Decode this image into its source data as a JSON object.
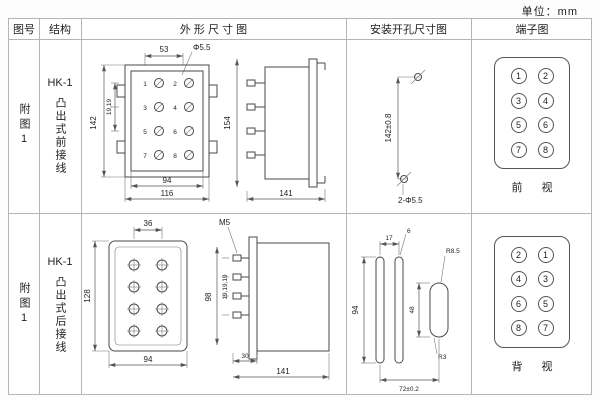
{
  "unit_label": "单位：mm",
  "table": {
    "headers": {
      "fig_no": "图号",
      "structure": "结构",
      "outline": "外 形 尺 寸 图",
      "mounting": "安装开孔尺寸图",
      "terminal": "端子图"
    },
    "rows": [
      {
        "fig_no": "附图1",
        "model": "HK-1",
        "structure_desc": "凸出式前接线",
        "outline": {
          "dim_top": "53",
          "dim_hole": "Φ5.5",
          "dim_height": "142",
          "dim_inner_rows": "19,19",
          "dim_inner_width": "94",
          "dim_outer_width": "116",
          "side_height": "154",
          "side_depth": "141",
          "terminal_numbers": [
            "1",
            "2",
            "3",
            "4",
            "5",
            "6",
            "7",
            "8"
          ]
        },
        "mounting": {
          "dim_height": "142±0.8",
          "dim_holes": "2-Φ5.5"
        },
        "terminal": {
          "cells": [
            "1",
            "2",
            "3",
            "4",
            "5",
            "6",
            "7",
            "8"
          ],
          "view_label": "前 视"
        }
      },
      {
        "fig_no": "附图1",
        "model": "HK-1",
        "structure_desc": "凸出式后接线",
        "outline": {
          "dim_top": "36",
          "dim_height": "128",
          "dim_width": "94",
          "dim_screw": "M5",
          "side_height": "98",
          "dim_inner_rows": "19,19,19",
          "dim_terminal_depth": "30",
          "side_depth": "141"
        },
        "mounting": {
          "dim_slot_gap": "17",
          "dim_slot_width": "6",
          "dim_radius_top": "R8.5",
          "dim_height_left": "94",
          "dim_height_right": "48",
          "dim_radius_bottom": "R3",
          "dim_width": "72±0.2"
        },
        "terminal": {
          "cells": [
            "2",
            "1",
            "4",
            "3",
            "6",
            "5",
            "8",
            "7"
          ],
          "view_label": "背 视"
        }
      }
    ]
  }
}
